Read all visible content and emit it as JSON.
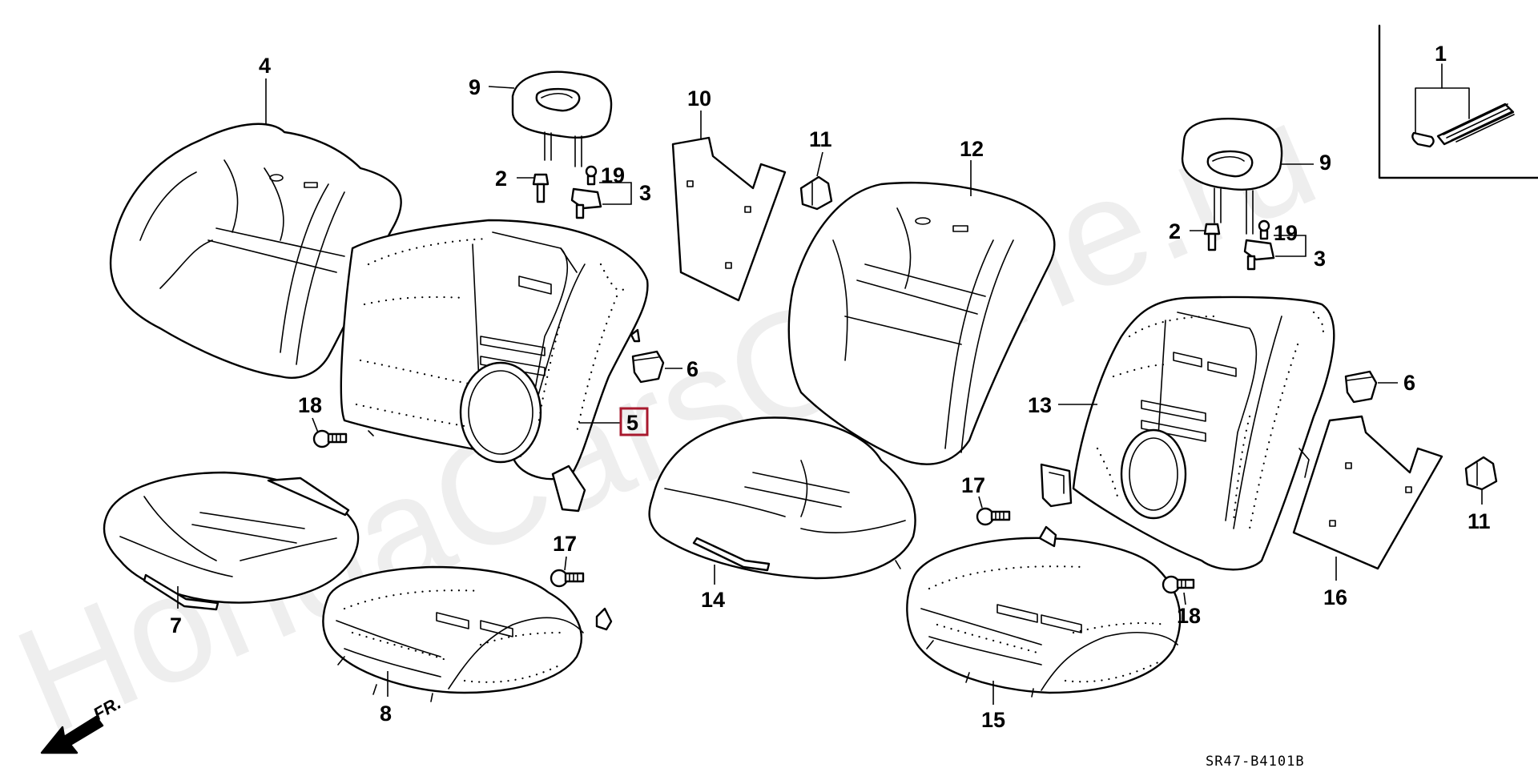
{
  "diagram": {
    "watermark": "HondaCarsOnline.ru",
    "drawing_code": "SR47-B4101B",
    "direction_label": "FR.",
    "callouts": {
      "c1": "1",
      "c2a": "2",
      "c2b": "2",
      "c3a": "3",
      "c3b": "3",
      "c4": "4",
      "c5": "5",
      "c6a": "6",
      "c6b": "6",
      "c7": "7",
      "c8": "8",
      "c9a": "9",
      "c9b": "9",
      "c10": "10",
      "c11a": "11",
      "c11b": "11",
      "c12": "12",
      "c13": "13",
      "c14": "14",
      "c15": "15",
      "c16": "16",
      "c17a": "17",
      "c17b": "17",
      "c18a": "18",
      "c18b": "18",
      "c19a": "19",
      "c19b": "19"
    },
    "highlighted_callout": "5"
  }
}
